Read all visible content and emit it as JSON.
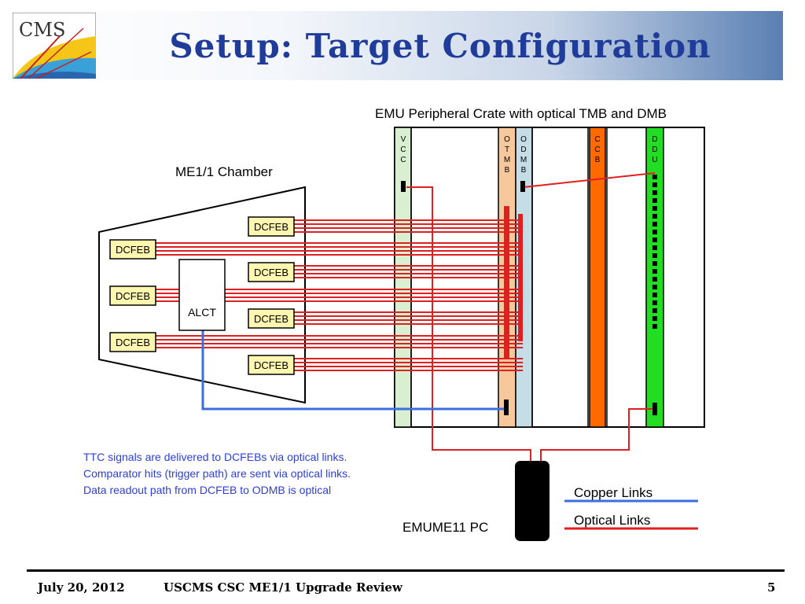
{
  "header": {
    "title": "Setup:  Target  Configuration",
    "logo_text": "CMS"
  },
  "diagram": {
    "crate_label": "EMU Peripheral Crate with optical TMB and DMB",
    "chamber_label": "ME1/1 Chamber",
    "dcfeb": "DCFEB",
    "alct": "ALCT",
    "slot_vcc": [
      "V",
      "C",
      "C"
    ],
    "slot_otmb": [
      "O",
      "T",
      "M",
      "B"
    ],
    "slot_odmb": [
      "O",
      "D",
      "M",
      "B"
    ],
    "slot_ccb": [
      "C",
      "C",
      "B"
    ],
    "slot_ddu": [
      "D",
      "D",
      "U"
    ],
    "notes": [
      "TTC signals are delivered to DCFEBs via optical links.",
      "Comparator hits (trigger path) are sent via optical links.",
      "Data readout path from DCFEB to ODMB is optical"
    ],
    "pc_label": "EMUME11 PC",
    "legend": {
      "copper": "Copper Links",
      "optical": "Optical Links"
    },
    "colors": {
      "optical": "#e02020",
      "copper": "#3a6fe0",
      "vcc": "#d8f0d0",
      "otmb": "#f7c89b",
      "odmb": "#c4dde6",
      "ccb": "#ff6a00",
      "ddu": "#22dd22",
      "note_text": "#2d3fd8"
    }
  },
  "footer": {
    "date": "July  20, 2012",
    "event": "USCMS  CSC  ME1/1  Upgrade  Review",
    "page": "5"
  }
}
